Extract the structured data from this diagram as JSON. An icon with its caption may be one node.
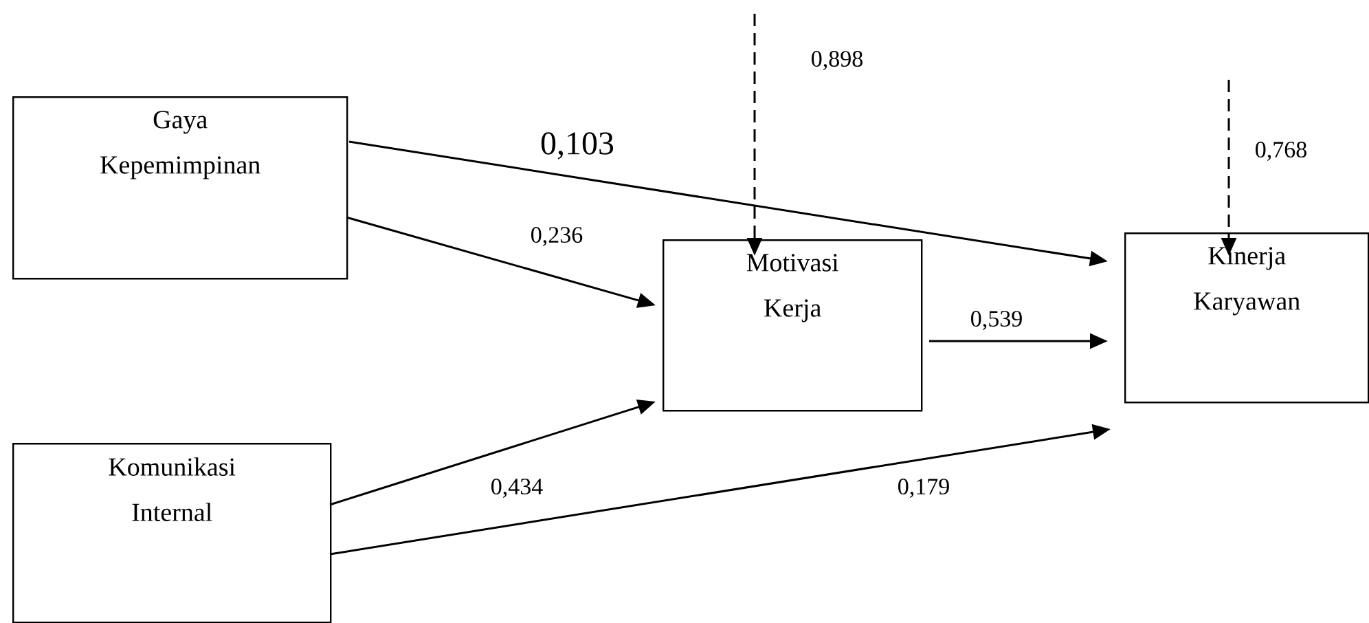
{
  "diagram": {
    "nodes": [
      {
        "text": [
          "Gaya Kepemimpinan"
        ]
      },
      {
        "text": [
          "Komunikasi Internal"
        ]
      },
      {
        "text": [
          "Motivasi Kerja"
        ]
      },
      {
        "text": [
          "Kinerja Karyawan"
        ]
      }
    ],
    "edges": [
      {
        "from": 0,
        "to": 3,
        "arrow": "to",
        "label": "0,103"
      },
      {
        "from": 0,
        "to": 2,
        "arrow": "to",
        "label": "0,236"
      },
      {
        "from": 1,
        "to": 2,
        "arrow": "to",
        "label": "0,434"
      },
      {
        "from": 1,
        "to": 3,
        "arrow": "to",
        "label": "0,179"
      },
      {
        "from": 2,
        "to": 3,
        "arrow": "to",
        "label": "0,539"
      },
      {
        "from": null,
        "to": 2,
        "arrow": "to",
        "label": "0,898",
        "style": "dashed"
      },
      {
        "from": null,
        "to": 3,
        "arrow": "to",
        "label": "0,768",
        "style": "dashed"
      }
    ]
  }
}
